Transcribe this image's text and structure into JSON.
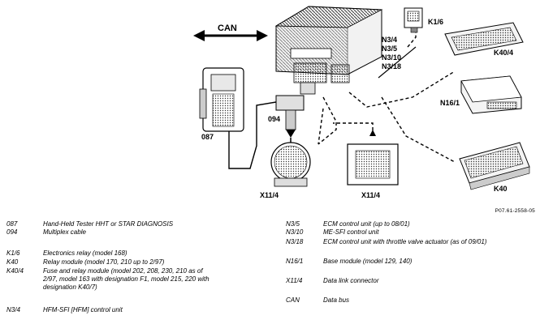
{
  "diagram": {
    "bus_label": "CAN",
    "ecu_labels": [
      "N3/4",
      "N3/5",
      "N3/10",
      "N3/18"
    ],
    "relay_k16_label": "K1/6",
    "fuse_k404_label": "K40/4",
    "base_module_label": "N16/1",
    "relay_k40_label": "K40",
    "tester_label": "087",
    "cable_label": "094",
    "connector_left_label": "X11/4",
    "connector_right_label": "X11/4",
    "figure_number": "P07.61-2558-05"
  },
  "legend_left": [
    {
      "code": "087",
      "desc": "Hand-Held Tester HHT    or STAR DIAGNOSIS"
    },
    {
      "code": "094",
      "desc": "Multiplex cable"
    },
    {
      "code": "K1/6",
      "desc": "Electronics relay (model 168)"
    },
    {
      "code": "K40",
      "desc": "Relay module (model 170, 210 up to 2/97)"
    },
    {
      "code": "K40/4",
      "desc": "Fuse and relay module (model 202, 208, 230, 210 as of 2/97, model 163 with designation F1, model 215, 220 with designation K40/7)"
    },
    {
      "code": "N3/4",
      "desc": "HFM-SFI [HFM] control unit"
    }
  ],
  "legend_right": [
    {
      "code": "N3/5",
      "desc": "ECM control unit (up to 08/01)"
    },
    {
      "code": "N3/10",
      "desc": "ME-SFI control unit"
    },
    {
      "code": "N3/18",
      "desc": "ECM control unit with throttle valve actuator (as of 09/01)"
    },
    {
      "code": "N16/1",
      "desc": "Base module (model 129, 140)"
    },
    {
      "code": "X11/4",
      "desc": "Data link connector"
    },
    {
      "code": "CAN",
      "desc": "Data bus"
    }
  ]
}
